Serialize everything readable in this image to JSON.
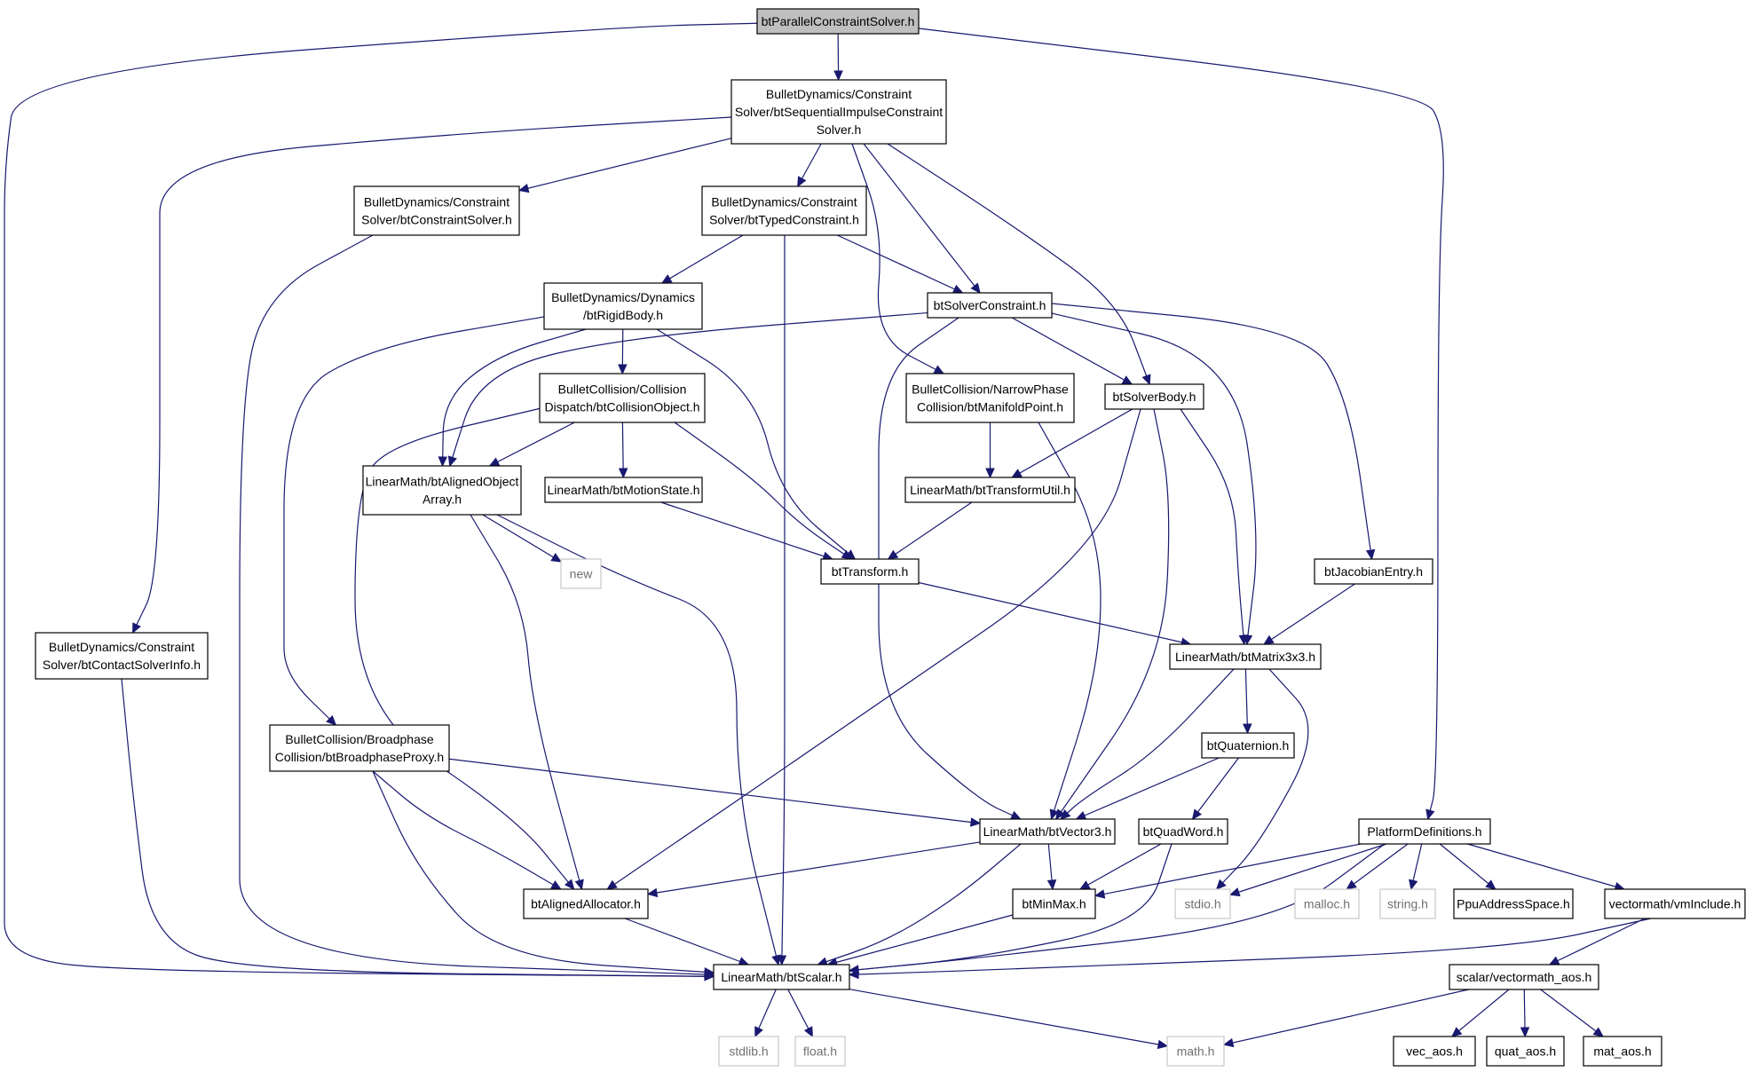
{
  "nodes": {
    "root": [
      "btParallelConstraintSolver.h"
    ],
    "seqImpulse": [
      "BulletDynamics/Constraint",
      "Solver/btSequentialImpulseConstraint",
      "Solver.h"
    ],
    "constraintSolver": [
      "BulletDynamics/Constraint",
      "Solver/btConstraintSolver.h"
    ],
    "typedConstraint": [
      "BulletDynamics/Constraint",
      "Solver/btTypedConstraint.h"
    ],
    "rigidBody": [
      "BulletDynamics/Dynamics",
      "/btRigidBody.h"
    ],
    "solverConstraint": [
      "btSolverConstraint.h"
    ],
    "collisionObject": [
      "BulletCollision/Collision",
      "Dispatch/btCollisionObject.h"
    ],
    "manifoldPoint": [
      "BulletCollision/NarrowPhase",
      "Collision/btManifoldPoint.h"
    ],
    "solverBody": [
      "btSolverBody.h"
    ],
    "alignedObjectArray": [
      "LinearMath/btAlignedObject",
      "Array.h"
    ],
    "motionState": [
      "LinearMath/btMotionState.h"
    ],
    "transformUtil": [
      "LinearMath/btTransformUtil.h"
    ],
    "new": [
      "new"
    ],
    "transform": [
      "btTransform.h"
    ],
    "jacobianEntry": [
      "btJacobianEntry.h"
    ],
    "contactSolverInfo": [
      "BulletDynamics/Constraint",
      "Solver/btContactSolverInfo.h"
    ],
    "matrix3x3": [
      "LinearMath/btMatrix3x3.h"
    ],
    "quaternion": [
      "btQuaternion.h"
    ],
    "broadphaseProxy": [
      "BulletCollision/Broadphase",
      "Collision/btBroadphaseProxy.h"
    ],
    "vector3": [
      "LinearMath/btVector3.h"
    ],
    "quadWord": [
      "btQuadWord.h"
    ],
    "platformDefs": [
      "PlatformDefinitions.h"
    ],
    "alignedAllocator": [
      "btAlignedAllocator.h"
    ],
    "minMax": [
      "btMinMax.h"
    ],
    "stdio": [
      "stdio.h"
    ],
    "malloc": [
      "malloc.h"
    ],
    "string": [
      "string.h"
    ],
    "ppuAddressSpace": [
      "PpuAddressSpace.h"
    ],
    "vmInclude": [
      "vectormath/vmInclude.h"
    ],
    "scalar": [
      "LinearMath/btScalar.h"
    ],
    "vectormathAos": [
      "scalar/vectormath_aos.h"
    ],
    "stdlib": [
      "stdlib.h"
    ],
    "float": [
      "float.h"
    ],
    "math": [
      "math.h"
    ],
    "vecAos": [
      "vec_aos.h"
    ],
    "quatAos": [
      "quat_aos.h"
    ],
    "matAos": [
      "mat_aos.h"
    ]
  },
  "styles": {
    "edge_color": "#191970",
    "root_fill": "#bfbfbf",
    "system_header_border": "#c8c8c8"
  }
}
